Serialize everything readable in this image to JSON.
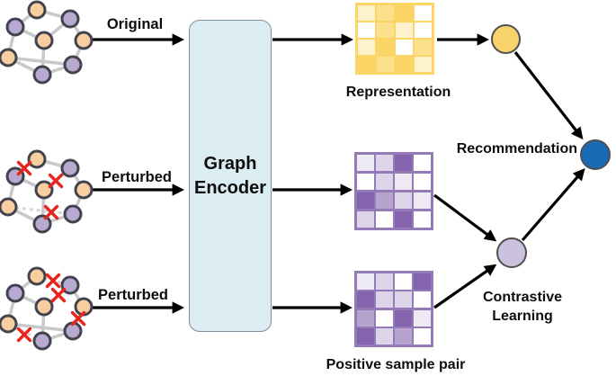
{
  "labels": {
    "original": "Original",
    "perturbed_top": "Perturbed",
    "perturbed_bottom": "Perturbed",
    "encoder": "Graph\nEncoder",
    "representation": "Representation",
    "positive_sample_pair": "Positive sample pair",
    "recommendation": "Recommendation",
    "contrastive_learning": "Contrastive\nLearning"
  },
  "colors": {
    "encoder_fill": "#DBECF2",
    "encoder_border": "#7E909B",
    "arrow": "#000000",
    "node_orange": "#F7CEA0",
    "node_purple": "#B7A9CF",
    "node_border": "#43434F",
    "edge": "#C9C9CC",
    "edge_removed": "#D6D6D6",
    "perturb_x": "#E8251D",
    "representation_node_fill": "#F8D26A",
    "recommendation_node_fill": "#1A6BB5",
    "contrastive_node_fill": "#CCC2DE",
    "circle_border": "#4F4F4F",
    "yellow_palette": {
      "D": "#FBD566",
      "M": "#FCE18D",
      "L": "#FEF2CC",
      "W": "#FFFFFF",
      "border": "#FBD566"
    },
    "purple_palette": {
      "D": "#8465AD",
      "M": "#B7A4CE",
      "L": "#DCD4E8",
      "V": "#EEEAF4",
      "W": "#FFFFFF",
      "border": "#957AB8"
    }
  },
  "matrices": {
    "representation": {
      "palette": "yellow",
      "cells": [
        [
          "L",
          "M",
          "D",
          "W"
        ],
        [
          "W",
          "M",
          "L",
          "W"
        ],
        [
          "L",
          "D",
          "W",
          "M"
        ],
        [
          "D",
          "M",
          "D",
          "L"
        ]
      ]
    },
    "pair_top": {
      "palette": "purple",
      "cells": [
        [
          "V",
          "L",
          "D",
          "W"
        ],
        [
          "W",
          "L",
          "V",
          "W"
        ],
        [
          "D",
          "M",
          "L",
          "V"
        ],
        [
          "L",
          "W",
          "D",
          "W"
        ]
      ]
    },
    "pair_bottom": {
      "palette": "purple",
      "cells": [
        [
          "V",
          "L",
          "W",
          "D"
        ],
        [
          "D",
          "L",
          "L",
          "W"
        ],
        [
          "M",
          "W",
          "D",
          "V"
        ],
        [
          "D",
          "L",
          "M",
          "W"
        ]
      ]
    }
  }
}
